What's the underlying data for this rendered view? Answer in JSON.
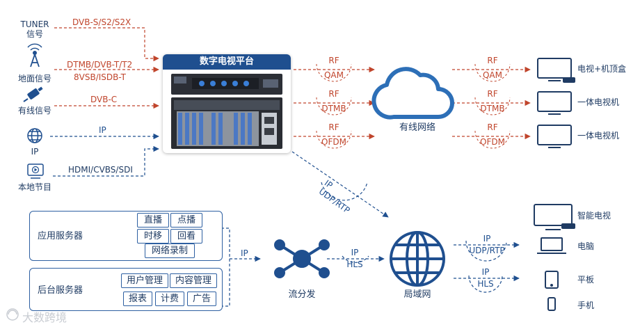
{
  "platform": {
    "title": "数字电视平台"
  },
  "inputs": {
    "tuner_label": "TUNER\n信号",
    "tuner_signal": "DVB-S/S2/S2X",
    "terrestrial_label": "地面信号",
    "terrestrial_signal_1": "DTMB/DVB-T/T2",
    "terrestrial_signal_2": "8VSB/ISDB-T",
    "cable_label": "有线信号",
    "cable_signal": "DVB-C",
    "ip_label": "IP",
    "ip_signal": "IP",
    "local_label": "本地节目",
    "local_signal": "HDMI/CVBS/SDI"
  },
  "rf_links": {
    "left": [
      {
        "top": "RF",
        "bottom": "QAM"
      },
      {
        "top": "RF",
        "bottom": "DTMB"
      },
      {
        "top": "RF",
        "bottom": "OFDM"
      }
    ],
    "right": [
      {
        "top": "RF",
        "bottom": "QAM"
      },
      {
        "top": "RF",
        "bottom": "DTMB"
      },
      {
        "top": "RF",
        "bottom": "OFDM"
      }
    ]
  },
  "cable_network": {
    "label": "有线网络"
  },
  "tv_outputs": [
    "电视+机顶盒",
    "一体电视机",
    "一体电视机"
  ],
  "ip_udp": {
    "line1": "IP",
    "line2": "UDP/RTP"
  },
  "app_server": {
    "label": "应用服务器",
    "buttons": [
      "直播",
      "点播",
      "时移",
      "回看",
      "网络录制"
    ]
  },
  "backend_server": {
    "label": "后台服务器",
    "buttons": [
      "用户管理",
      "内容管理",
      "报表",
      "计费",
      "广告"
    ]
  },
  "server_link": {
    "label": "IP"
  },
  "stream_dist": {
    "label": "流分发"
  },
  "ip_hls_mid": {
    "line1": "IP",
    "line2": "HLS"
  },
  "lan": {
    "label": "局域网"
  },
  "lan_links": [
    {
      "line1": "IP",
      "line2": "UDP/RTP"
    },
    {
      "line1": "IP",
      "line2": "HLS"
    }
  ],
  "devices": [
    "智能电视",
    "电脑",
    "平板",
    "手机"
  ],
  "watermark": "大数跨境",
  "colors": {
    "primary": "#1f4f8f",
    "accent": "#c0452c",
    "cloud": "#2d6fb7"
  }
}
